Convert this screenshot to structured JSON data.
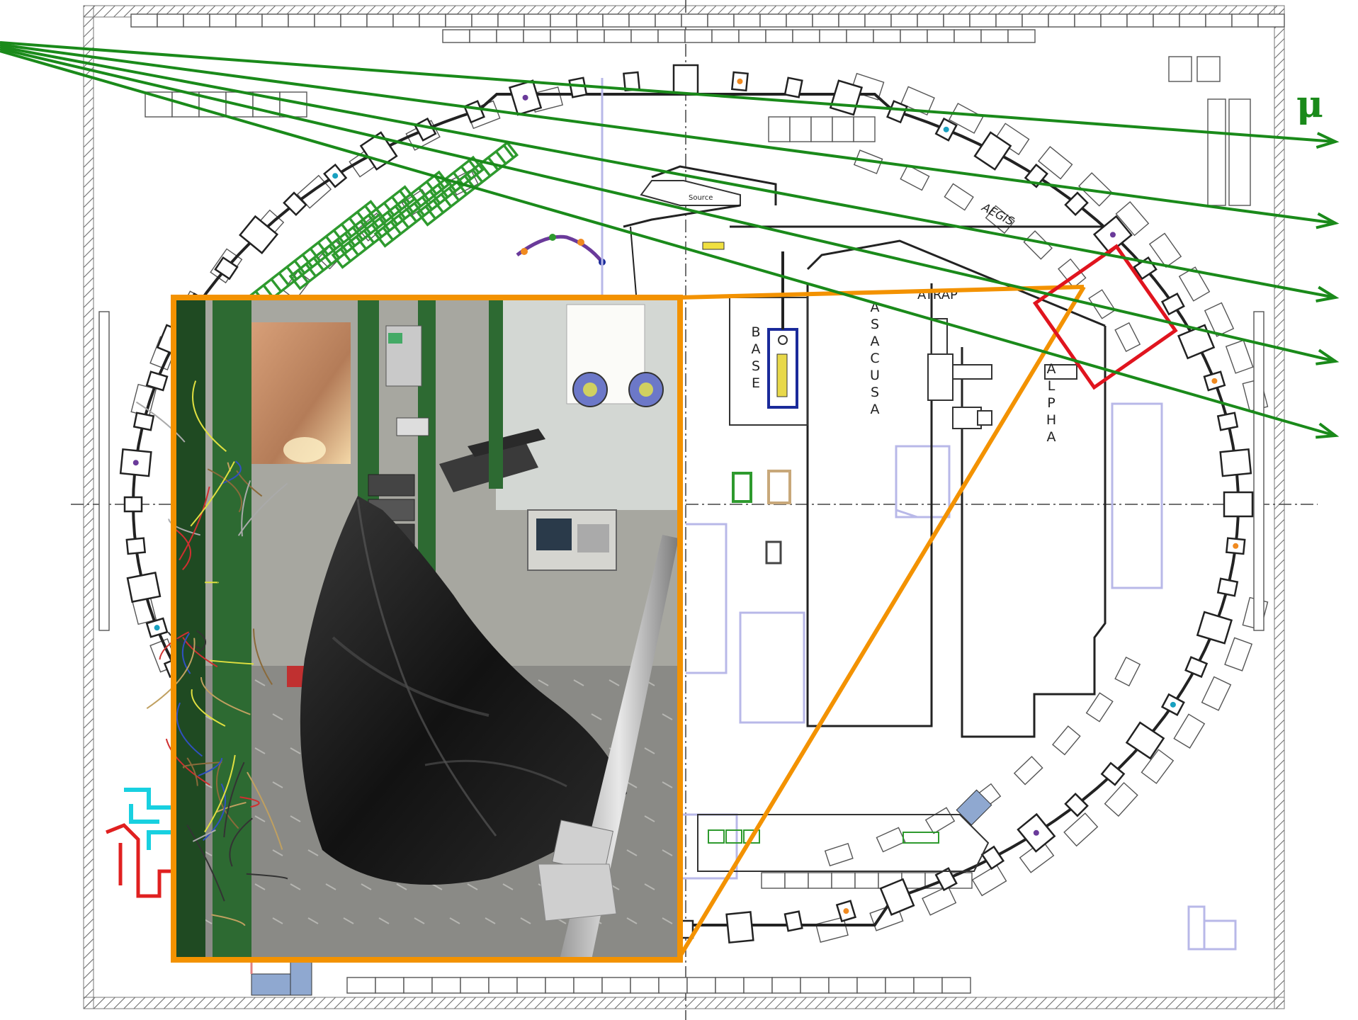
{
  "labels": {
    "muon": "μ",
    "source": "Source",
    "aegis": "AEGIS",
    "atrap": "ATRAP",
    "base": "BASE",
    "asacusa": "ASACUSA",
    "alpha": "ALPHA"
  },
  "colors": {
    "muon_tracks": "#1a8a1a",
    "photo_frame": "#f39200",
    "detector_marker": "#e0141e",
    "ring_magnets": "#333333",
    "plan_lines": "#555555",
    "light_blue_outlines": "#b8b8e8",
    "green_racks": "#2e9a2e",
    "cyan_zone": "#18d0e0"
  },
  "inset_photo": {
    "description_icon": "lab-photo-black-bag-over-detector"
  }
}
